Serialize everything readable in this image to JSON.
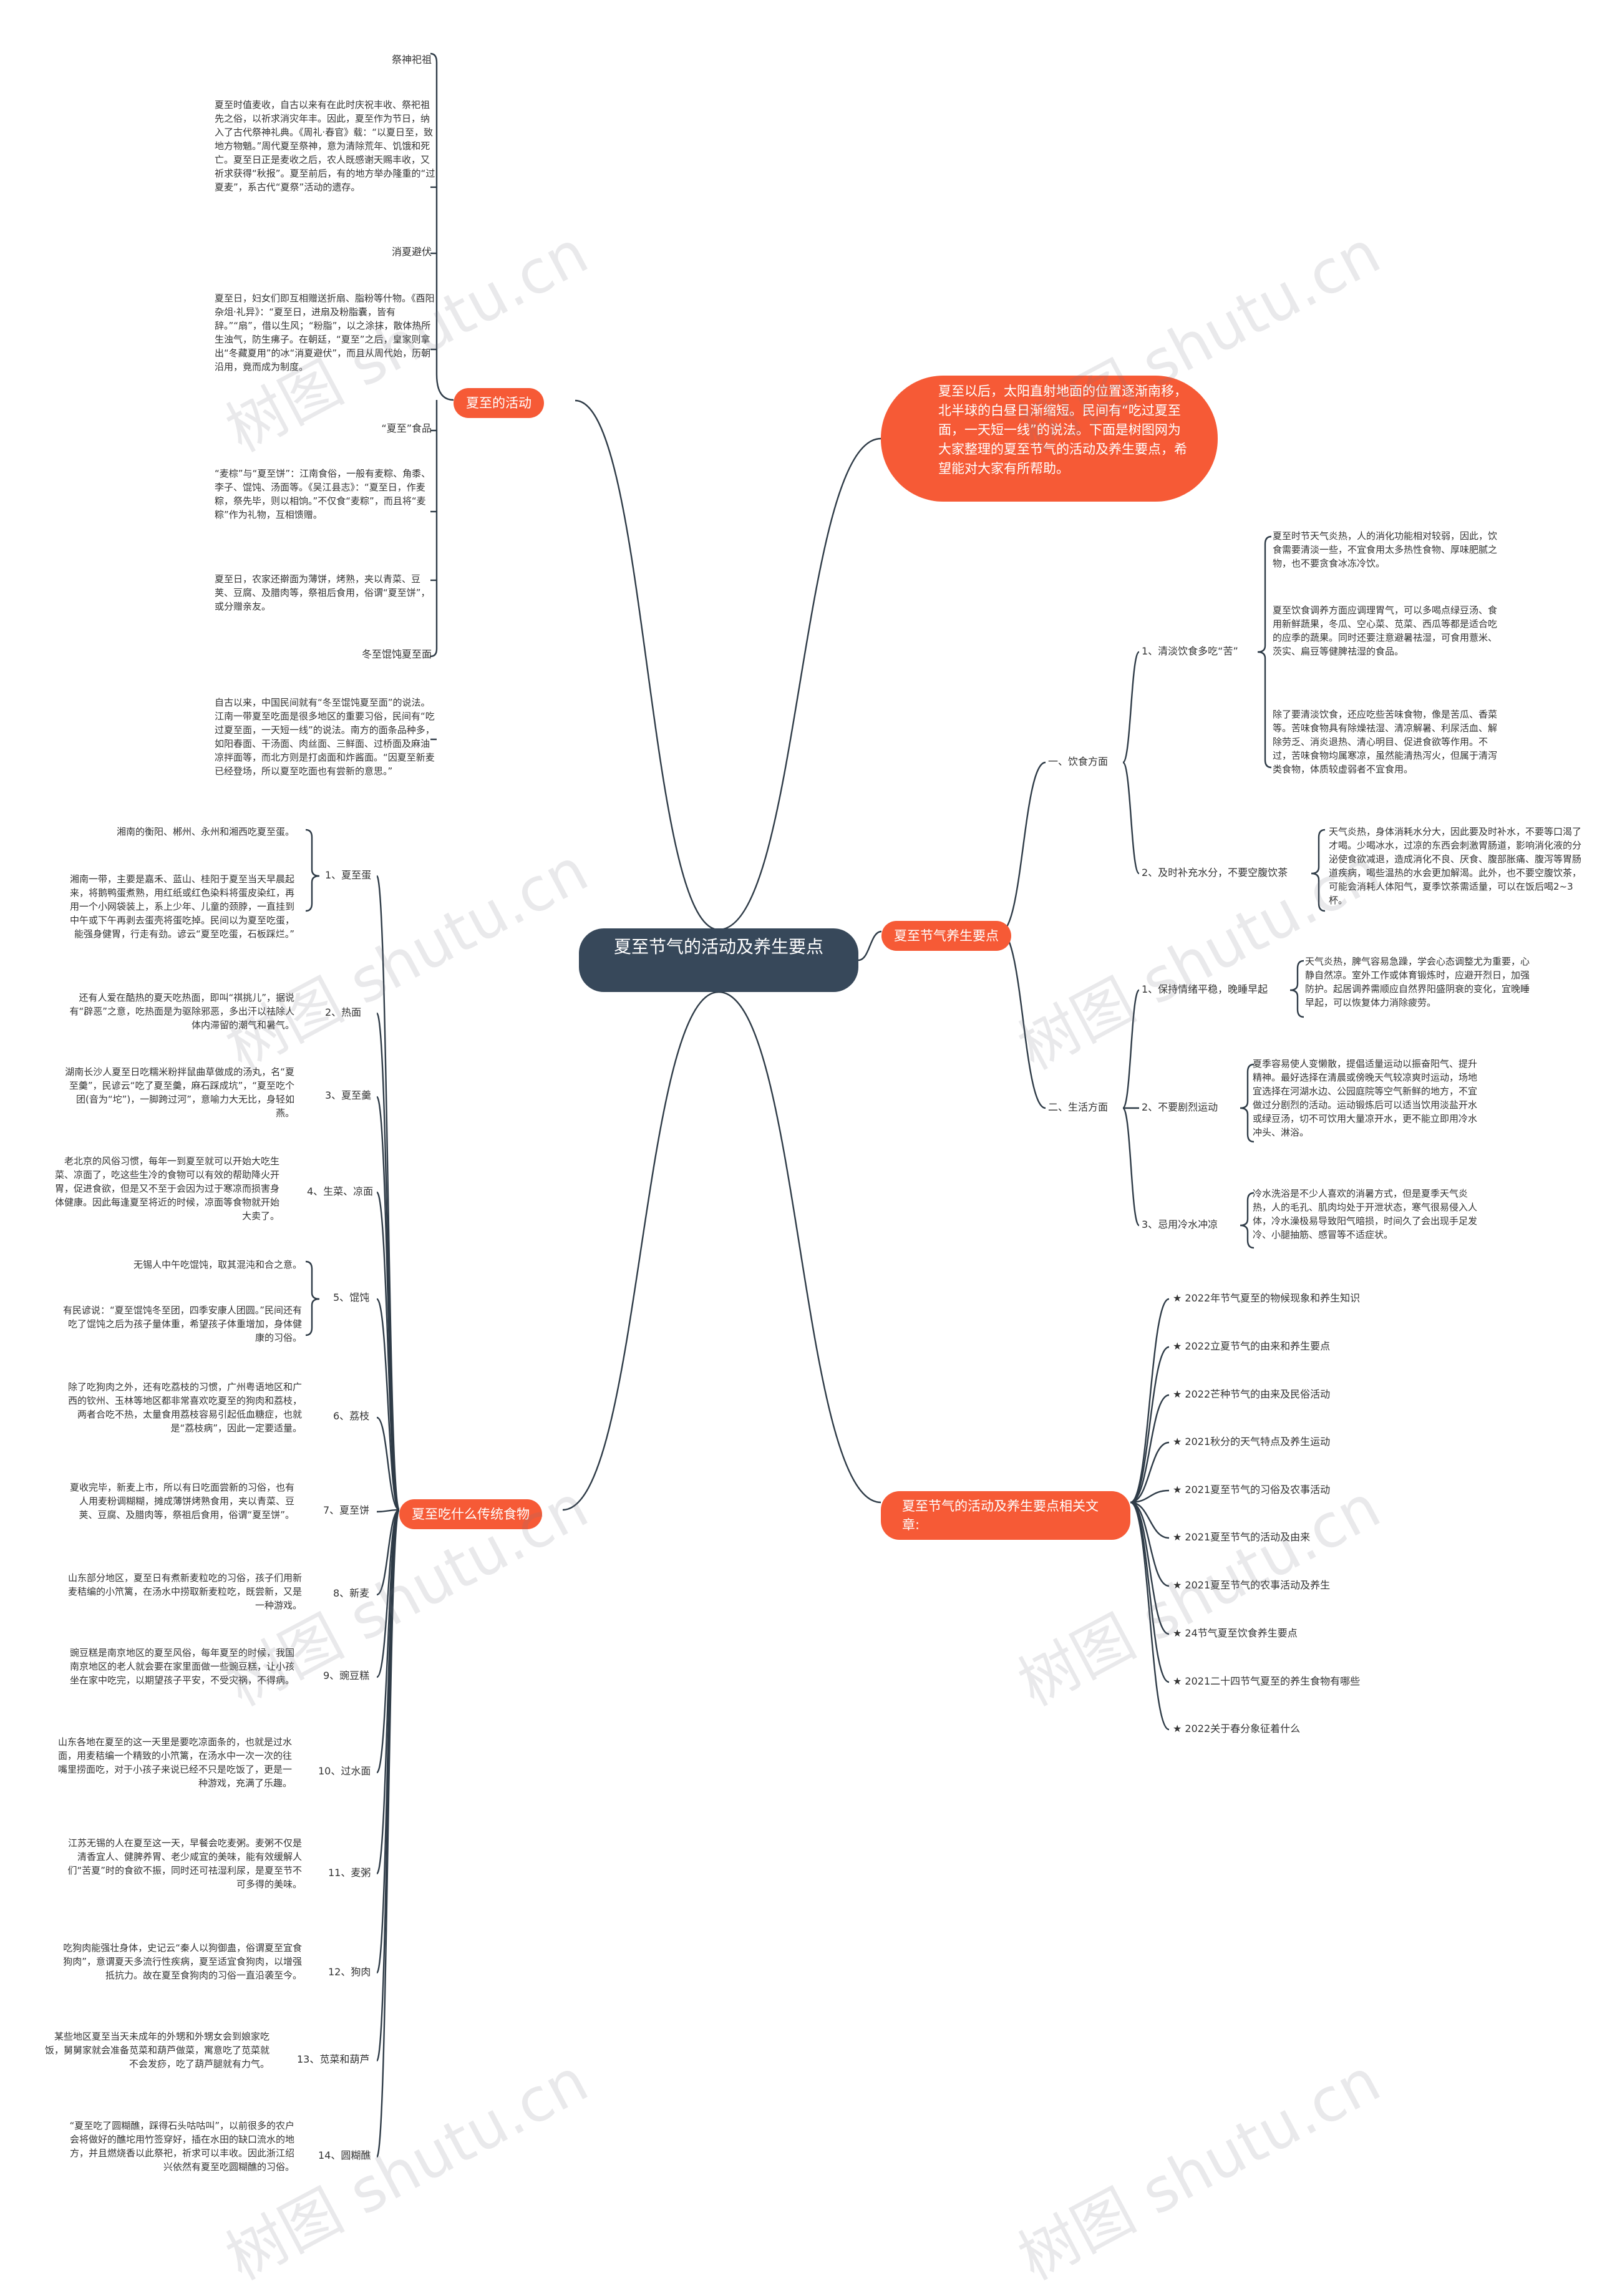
{
  "root": {
    "title": "夏至节气的活动及养生要点"
  },
  "intro": {
    "text": "夏至以后，太阳直射地面的位置逐渐南移，北半球的白昼日渐缩短。民间有“吃过夏至面，一天短一线”的说法。下面是树图网为大家整理的夏至节气的活动及养生要点，希望能对大家有所帮助。"
  },
  "activities": {
    "label": "夏至的活动",
    "items": [
      {
        "name": "祭神祀祖",
        "text": "夏至时值麦收，自古以来有在此时庆祝丰收、祭祀祖先之俗，以祈求消灾年丰。因此，夏至作为节日，纳入了古代祭神礼典。《周礼·春官》载：“以夏日至，致地方物魈。”周代夏至祭神，意为清除荒年、饥饿和死亡。夏至日正是麦收之后，农人既感谢天赐丰收，又祈求获得“秋报”。夏至前后，有的地方举办隆重的“过夏麦”，系古代“夏祭”活动的遗存。"
      },
      {
        "name": "消夏避伏",
        "text": "夏至日，妇女们即互相赠送折扇、脂粉等什物。《酉阳杂俎·礼异》：“夏至日，进扇及粉脂囊，皆有辞。”“扇”，借以生风；“粉脂”，以之涂抹，散体热所生浊气，防生疿子。在朝廷，“夏至”之后，皇家则拿出“冬藏夏用”的冰“消夏避伏”，而且从周代始，历朝沿用，竟而成为制度。"
      },
      {
        "name": "“夏至”食品",
        "text": "“麦棕”与“夏至饼”：江南食俗，一般有麦粽、角黍、李子、馄饨、汤面等。《吴江县志》：“夏至日，作麦粽，祭先毕，则以相饷。”不仅食“麦粽”，而且将“麦粽”作为礼物，互相馈赠。"
      },
      {
        "name": "",
        "text": "夏至日，农家还擀面为薄饼，烤熟，夹以青菜、豆荚、豆腐、及腊肉等，祭祖后食用，俗谓“夏至饼”，或分赠亲友。"
      },
      {
        "name": "冬至馄饨夏至面",
        "text": "自古以来，中国民间就有“冬至馄饨夏至面”的说法。江南一带夏至吃面是很多地区的重要习俗，民间有“吃过夏至面，一天短一线”的说法。南方的面条品种多，如阳春面、干汤面、肉丝面、三鲜面、过桥面及麻油凉拌面等，而北方则是打卤面和炸酱面。“因夏至新麦已经登场，所以夏至吃面也有尝新的意思。”"
      }
    ]
  },
  "foods": {
    "label": "夏至吃什么传统食物",
    "items": [
      {
        "label": "1、夏至蛋",
        "texts": [
          "湘南的衡阳、郴州、永州和湘西吃夏至蛋。",
          "湘南一带，主要是嘉禾、蓝山、桂阳于夏至当天早晨起来，将鹅鸭蛋煮熟，用红纸或红色染料将蛋皮染红，再用一个小网袋装上，系上少年、儿童的颈脖，一直挂到中午或下午再剥去蛋壳将蛋吃掉。民间以为夏至吃蛋，能强身健胃，行走有劲。谚云“夏至吃蛋，石板踩烂。”"
        ]
      },
      {
        "label": "2、热面",
        "texts": [
          "还有人爱在酷热的夏天吃热面，即叫“祺挑儿”，据说有“辟恶”之意，吃热面是为驱除邪恶，多出汗以祛除人体内滞留的潮气和暑气。"
        ]
      },
      {
        "label": "3、夏至羹",
        "texts": [
          "湖南长沙人夏至日吃糯米粉拌鼠曲草做成的汤丸，名“夏至羹”，民谚云“吃了夏至羹，麻石踩成坑”，“夏至吃个团(音为“坨”)，一脚跨过河”，意喻力大无比，身轻如燕。"
        ]
      },
      {
        "label": "4、生菜、凉面",
        "texts": [
          "老北京的风俗习惯，每年一到夏至就可以开始大吃生菜、凉面了，吃这些生冷的食物可以有效的帮助降火开胃，促进食欲，但是又不至于会因为过于寒凉而损害身体健康。因此每逢夏至将近的时候，凉面等食物就开始大卖了。"
        ]
      },
      {
        "label": "5、馄饨",
        "texts": [
          "无锡人中午吃馄饨，取其混沌和合之意。",
          "有民谚说：“夏至馄饨冬至团，四季安康人团圆。”民间还有吃了馄饨之后为孩子量体重，希望孩子体重增加，身体健康的习俗。"
        ]
      },
      {
        "label": "6、荔枝",
        "texts": [
          "除了吃狗肉之外，还有吃荔枝的习惯，广州粤语地区和广西的钦州、玉林等地区都非常喜欢吃夏至的狗肉和荔枝，两者合吃不热，太量食用荔枝容易引起低血糖症，也就是“荔枝病”，因此一定要适量。"
        ]
      },
      {
        "label": "7、夏至饼",
        "texts": [
          "夏收完毕，新麦上市，所以有日吃面尝新的习俗，也有人用麦粉调糊糊，摊成薄饼烤熟食用，夹以青菜、豆荚、豆腐、及腊肉等，祭祖后食用，俗谓“夏至饼”。"
        ]
      },
      {
        "label": "8、新麦",
        "texts": [
          "山东部分地区，夏至日有煮新麦粒吃的习俗，孩子们用新麦秸编的小笊篱，在汤水中捞取新麦粒吃，既尝新，又是一种游戏。"
        ]
      },
      {
        "label": "9、豌豆糕",
        "texts": [
          "豌豆糕是南京地区的夏至风俗，每年夏至的时候，我国南京地区的老人就会要在家里面做一些豌豆糕，让小孩坐在家中吃完，以期望孩子平安，不受灾祸，不得病。"
        ]
      },
      {
        "label": "10、过水面",
        "texts": [
          "山东各地在夏至的这一天里是要吃凉面条的，也就是过水面，用麦秸编一个精致的小笊篱，在汤水中一次一次的往嘴里捞面吃，对于小孩子来说已经不只是吃饭了，更是一种游戏，充满了乐趣。"
        ]
      },
      {
        "label": "11、麦粥",
        "texts": [
          "江苏无锡的人在夏至这一天，早餐会吃麦粥。麦粥不仅是清香宜人、健脾养胃、老少咸宜的美味，能有效缓解人们“苦夏”时的食欲不振，同时还可祛湿利尿，是夏至节不可多得的美味。"
        ]
      },
      {
        "label": "12、狗肉",
        "texts": [
          "吃狗肉能强壮身体，史记云“秦人以狗御蛊，俗谓夏至宜食狗肉”，意谓夏天多流行性疾病，夏至适宜食狗肉，以增强抵抗力。故在夏至食狗肉的习俗一直沿袭至今。"
        ]
      },
      {
        "label": "13、苋菜和葫芦",
        "texts": [
          "某些地区夏至当天未成年的外甥和外甥女会到娘家吃饭，舅舅家就会准备苋菜和葫芦做菜，寓意吃了苋菜就不会发痧，吃了葫芦腿就有力气。"
        ]
      },
      {
        "label": "14、圆糊醮",
        "texts": [
          "“夏至吃了圆糊醮，踩得石头咕咕叫”，以前很多的农户会将做好的醮坨用竹签穿好，插在水田的缺口流水的地方，并且燃烧香以此祭祀，祈求可以丰收。因此浙江绍兴依然有夏至吃圆糊醮的习俗。"
        ]
      }
    ]
  },
  "health": {
    "label": "夏至节气养生要点",
    "groups": [
      {
        "label": "一、饮食方面",
        "items": [
          {
            "label": "1、清淡饮食多吃“苦”",
            "texts": [
              "夏至时节天气炎热，人的消化功能相对较弱，因此，饮食需要清淡一些，不宜食用太多热性食物、厚味肥腻之物，也不要贪食冰冻冷饮。",
              "夏至饮食调养方面应调理胃气，可以多喝点绿豆汤、食用新鲜蔬果，冬瓜、空心菜、苋菜、西瓜等都是适合吃的应季的蔬果。同时还要注意避暑祛湿，可食用薏米、茨实、扁豆等健脾祛湿的食品。",
              "除了要清淡饮食，还应吃些苦味食物，像是苦瓜、香菜等。苦味食物具有除燥祛湿、清凉解暑、利尿活血、解除劳乏、消炎退热、清心明目、促进食欲等作用。不过，苦味食物均属寒凉，虽然能清热泻火，但属于清泻类食物，体质较虚弱者不宜食用。"
            ]
          },
          {
            "label": "2、及时补充水分，不要空腹饮茶",
            "texts": [
              "天气炎热，身体消耗水分大，因此要及时补水，不要等口渴了才喝。少喝冰水，过凉的东西会刺激胃肠道，影响消化液的分泌使食欲减退，造成消化不良、厌食、腹部胀痛、腹泻等胃肠道疾病，喝些温热的水会更加解渴。此外，也不要空腹饮茶，可能会消耗人体阳气，夏季饮茶需适量，可以在饭后喝2~3杯。"
            ]
          }
        ]
      },
      {
        "label": "二、生活方面",
        "items": [
          {
            "label": "1、保持情绪平稳，晚睡早起",
            "texts": [
              "天气炎热，脾气容易急躁，学会心态调整尤为重要，心静自然凉。室外工作或体育锻炼时，应避开烈日，加强防护。起居调养需顺应自然界阳盛阴衰的变化，宜晚睡早起，可以恢复体力消除疲劳。"
            ]
          },
          {
            "label": "2、不要剧烈运动",
            "texts": [
              "夏季容易使人变懒散，提倡适量运动以振奋阳气、提升精神。最好选择在清晨或傍晚天气较凉爽时运动，场地宜选择在河湖水边、公园庭院等空气新鲜的地方，不宜做过分剧烈的活动。运动锻炼后可以适当饮用淡盐开水或绿豆汤，切不可饮用大量凉开水，更不能立即用冷水冲头、淋浴。"
            ]
          },
          {
            "label": "3、忌用冷水冲凉",
            "texts": [
              "冷水洗浴是不少人喜欢的消暑方式，但是夏季天气炎热，人的毛孔、肌肉均处于开泄状态，寒气很易侵入人体，冷水澡极易导致阳气暗损，时间久了会出现手足发冷、小腿抽筋、感冒等不适症状。"
            ]
          }
        ]
      }
    ]
  },
  "related": {
    "label": "夏至节气的活动及养生要点相关文章:",
    "items": [
      "★ 2022年节气夏至的物候现象和养生知识",
      "★ 2022立夏节气的由来和养生要点",
      "★ 2022芒种节气的由来及民俗活动",
      "★ 2021秋分的天气特点及养生运动",
      "★ 2021夏至节气的习俗及农事活动",
      "★ 2021夏至节气的活动及由来",
      "★ 2021夏至节气的农事活动及养生",
      "★ 24节气夏至饮食养生要点",
      "★ 2021二十四节气夏至的养生食物有哪些",
      "★ 2022关于春分象征着什么"
    ]
  },
  "watermark": {
    "text": "树图 shutu.cn"
  }
}
